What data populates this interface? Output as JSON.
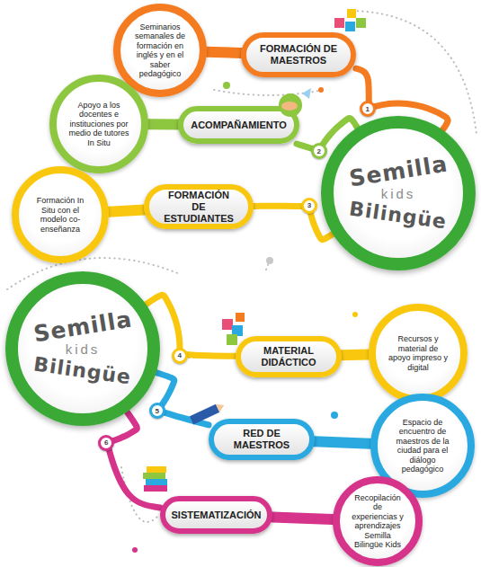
{
  "diagram": {
    "nodes": [
      {
        "text": [
          "Seminarios semanales de formación en inglés y en el saber pedagógico"
        ]
      },
      {
        "text": [
          "FORMACIÓN DE MAESTROS"
        ]
      },
      {
        "text": [
          "Apoyo a los docentes e instituciones por medio de tutores In Situ"
        ]
      },
      {
        "text": [
          "ACOMPAÑAMIENTO"
        ]
      },
      {
        "text": [
          "Formación In Situ con el modelo co-enseñanza"
        ]
      },
      {
        "text": [
          "FORMACIÓN DE ESTUDIANTES"
        ]
      },
      {
        "text": [
          "Semilla",
          "kids",
          "Bilingüe"
        ]
      },
      {
        "text": [
          "Semilla",
          "kids",
          "Bilingüe"
        ]
      },
      {
        "text": [
          "MATERIAL DIDÁCTICO"
        ]
      },
      {
        "text": [
          "Recursos y material de apoyo impreso y digital"
        ]
      },
      {
        "text": [
          "RED DE MAESTROS"
        ]
      },
      {
        "text": [
          "Espacio de encuentro de maestros de la ciudad para el diálogo pedagógico"
        ]
      },
      {
        "text": [
          "SISTEMATIZACIÓN"
        ]
      },
      {
        "text": [
          "Recopilación de experiencias y aprendizajes Semilla Bilingüe Kids"
        ]
      }
    ],
    "edges": [
      {
        "from": 6,
        "to": 1,
        "arrow": "none",
        "label": "1"
      },
      {
        "from": 6,
        "to": 3,
        "arrow": "none",
        "label": "2"
      },
      {
        "from": 6,
        "to": 5,
        "arrow": "none",
        "label": "3"
      },
      {
        "from": 1,
        "to": 0,
        "arrow": "none"
      },
      {
        "from": 3,
        "to": 2,
        "arrow": "none"
      },
      {
        "from": 5,
        "to": 4,
        "arrow": "none"
      },
      {
        "from": 7,
        "to": 8,
        "arrow": "none",
        "label": "4"
      },
      {
        "from": 7,
        "to": 10,
        "arrow": "none",
        "label": "5"
      },
      {
        "from": 7,
        "to": 12,
        "arrow": "none",
        "label": "6"
      },
      {
        "from": 8,
        "to": 9,
        "arrow": "none"
      },
      {
        "from": 10,
        "to": 11,
        "arrow": "none"
      },
      {
        "from": 12,
        "to": 13,
        "arrow": "none"
      }
    ]
  }
}
